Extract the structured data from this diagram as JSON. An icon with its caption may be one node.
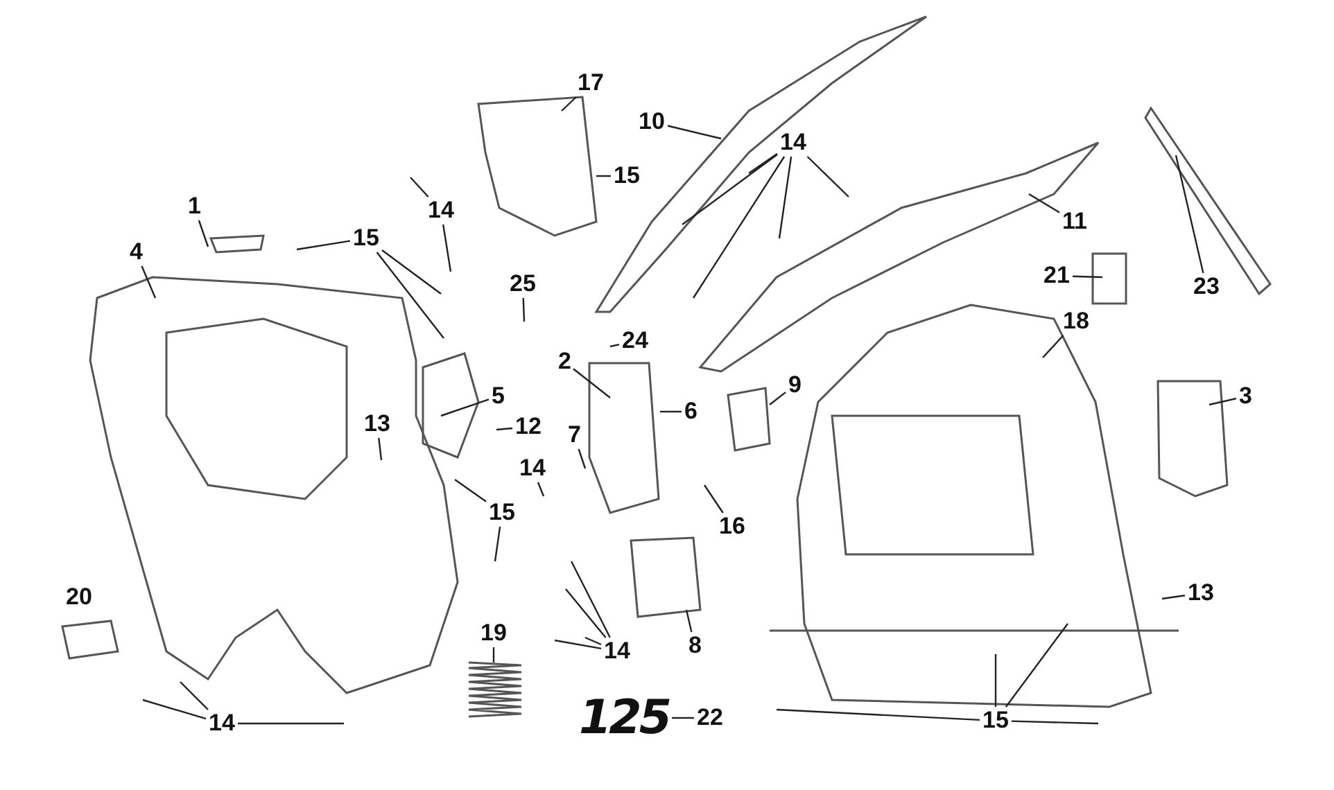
{
  "diagram": {
    "nodes": [
      {
        "text": [
          "17"
        ]
      },
      {
        "text": [
          "14"
        ]
      },
      {
        "text": [
          "15"
        ]
      },
      {
        "text": [
          "10"
        ]
      },
      {
        "text": [
          "14"
        ]
      },
      {
        "text": [
          "11"
        ]
      },
      {
        "text": [
          "23"
        ]
      },
      {
        "text": [
          "1"
        ]
      },
      {
        "text": [
          "4"
        ]
      },
      {
        "text": [
          "15"
        ]
      },
      {
        "text": [
          "25"
        ]
      },
      {
        "text": [
          "24"
        ]
      },
      {
        "text": [
          "21"
        ]
      },
      {
        "text": [
          "18"
        ]
      },
      {
        "text": [
          "2"
        ]
      },
      {
        "text": [
          "9"
        ]
      },
      {
        "text": [
          "5"
        ]
      },
      {
        "text": [
          "6"
        ]
      },
      {
        "text": [
          "3"
        ]
      },
      {
        "text": [
          "13"
        ]
      },
      {
        "text": [
          "12"
        ]
      },
      {
        "text": [
          "14"
        ]
      },
      {
        "text": [
          "7"
        ]
      },
      {
        "text": [
          "16"
        ]
      },
      {
        "text": [
          "15"
        ]
      },
      {
        "text": [
          "14"
        ]
      },
      {
        "text": [
          "8"
        ]
      },
      {
        "text": [
          "13"
        ]
      },
      {
        "text": [
          "19"
        ]
      },
      {
        "text": [
          "14"
        ]
      },
      {
        "text": [
          "22"
        ]
      },
      {
        "text": [
          "125"
        ]
      },
      {
        "text": [
          "15"
        ]
      }
    ],
    "edges": [
      {
        "from": 0,
        "to": null,
        "arrow": "none"
      },
      {
        "from": 1,
        "to": null,
        "arrow": "none"
      },
      {
        "from": 1,
        "to": null,
        "arrow": "none"
      },
      {
        "from": 2,
        "to": null,
        "arrow": "none"
      },
      {
        "from": 3,
        "to": null,
        "arrow": "none"
      },
      {
        "from": 4,
        "to": null,
        "arrow": "none"
      },
      {
        "from": 4,
        "to": null,
        "arrow": "none"
      },
      {
        "from": 4,
        "to": null,
        "arrow": "none"
      },
      {
        "from": 4,
        "to": null,
        "arrow": "none"
      },
      {
        "from": 4,
        "to": null,
        "arrow": "none"
      },
      {
        "from": 5,
        "to": null,
        "arrow": "none"
      },
      {
        "from": 6,
        "to": null,
        "arrow": "none"
      },
      {
        "from": 7,
        "to": null,
        "arrow": "none"
      },
      {
        "from": 8,
        "to": null,
        "arrow": "none"
      },
      {
        "from": 9,
        "to": null,
        "arrow": "none"
      },
      {
        "from": 9,
        "to": null,
        "arrow": "none"
      },
      {
        "from": 9,
        "to": null,
        "arrow": "none"
      },
      {
        "from": 10,
        "to": null,
        "arrow": "none"
      },
      {
        "from": 11,
        "to": null,
        "arrow": "none"
      },
      {
        "from": 12,
        "to": null,
        "arrow": "none"
      },
      {
        "from": 13,
        "to": null,
        "arrow": "none"
      },
      {
        "from": 14,
        "to": null,
        "arrow": "none"
      },
      {
        "from": 15,
        "to": null,
        "arrow": "none"
      },
      {
        "from": 16,
        "to": null,
        "arrow": "none"
      },
      {
        "from": 17,
        "to": null,
        "arrow": "none"
      },
      {
        "from": 18,
        "to": null,
        "arrow": "none"
      },
      {
        "from": 19,
        "to": null,
        "arrow": "none"
      },
      {
        "from": 20,
        "to": null,
        "arrow": "none"
      },
      {
        "from": 21,
        "to": null,
        "arrow": "none"
      },
      {
        "from": 22,
        "to": null,
        "arrow": "none"
      },
      {
        "from": 23,
        "to": null,
        "arrow": "none"
      },
      {
        "from": 24,
        "to": null,
        "arrow": "none"
      },
      {
        "from": 24,
        "to": null,
        "arrow": "none"
      },
      {
        "from": 25,
        "to": null,
        "arrow": "none"
      },
      {
        "from": 25,
        "to": null,
        "arrow": "none"
      },
      {
        "from": 25,
        "to": null,
        "arrow": "none"
      },
      {
        "from": 25,
        "to": null,
        "arrow": "none"
      },
      {
        "from": 26,
        "to": null,
        "arrow": "none"
      },
      {
        "from": 27,
        "to": null,
        "arrow": "none"
      },
      {
        "from": 28,
        "to": null,
        "arrow": "none"
      },
      {
        "from": 29,
        "to": null,
        "arrow": "none"
      },
      {
        "from": 29,
        "to": null,
        "arrow": "none"
      },
      {
        "from": 29,
        "to": null,
        "arrow": "none"
      },
      {
        "from": 30,
        "to": 31,
        "arrow": "none"
      },
      {
        "from": 32,
        "to": null,
        "arrow": "none"
      },
      {
        "from": 32,
        "to": null,
        "arrow": "none"
      },
      {
        "from": 32,
        "to": null,
        "arrow": "none"
      },
      {
        "from": 32,
        "to": null,
        "arrow": "none"
      }
    ],
    "labels": [
      "20"
    ]
  }
}
